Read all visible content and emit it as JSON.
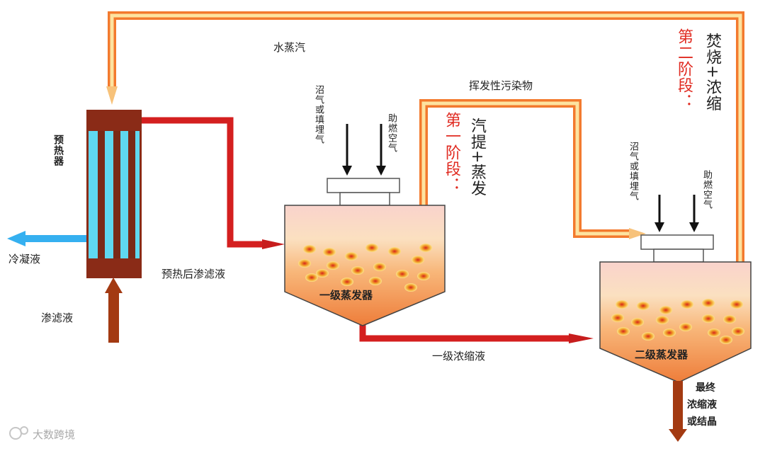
{
  "labels": {
    "steam": "水蒸汽",
    "preheater": "预热器",
    "condensate": "冷凝液",
    "leachate": "渗滤液",
    "preheated_leachate": "预热后渗滤液",
    "volatile_pollutants": "挥发性污染物",
    "first_evaporator": "一级蒸发器",
    "second_evaporator": "二级蒸发器",
    "first_concentrate": "一级浓缩液",
    "biogas_1": "沼气或填埋气",
    "air_1": "助燃空气",
    "biogas_2": "沼气或填埋气",
    "air_2": "助燃空气",
    "final_product": [
      "最终",
      "浓缩液",
      "或结晶"
    ],
    "watermark": "大数跨境"
  },
  "stages": {
    "stage1": {
      "title": "第一阶段：",
      "process": "汽提+蒸发"
    },
    "stage2": {
      "title": "第二阶段：",
      "process": "焚烧+浓缩"
    }
  },
  "colors": {
    "pipe_red": "#d41f1f",
    "pipe_orange": "#f08a2a",
    "pipe_yellow": "#fde7a0",
    "leachate_brown": "#a33a12",
    "condensate_blue": "#35b0f0",
    "preheater_cyan": "#5fd8f0",
    "preheater_rod": "#8a2b17",
    "tank_top": "#f7c9b9",
    "tank_mid": "#fbd8a8",
    "tank_bottom": "#f08a4a",
    "stage_text": "#e02a20"
  }
}
